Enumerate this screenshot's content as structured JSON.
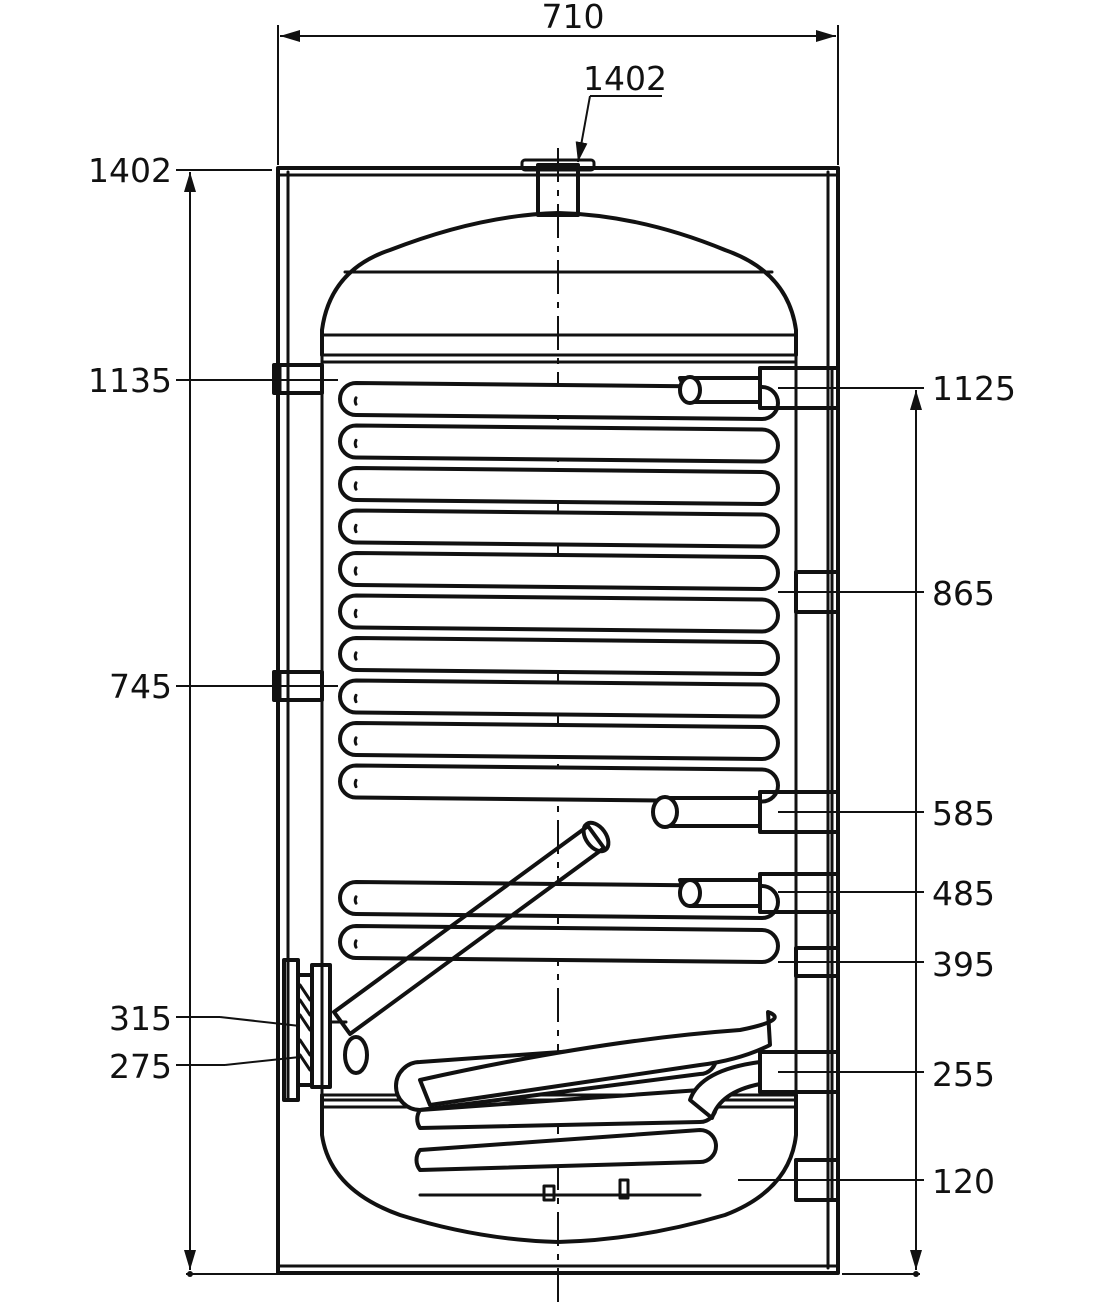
{
  "drawing": {
    "width_label": "710",
    "top_connection_label": "1402",
    "left_labels": {
      "total_height": "1402",
      "c1135": "1135",
      "c745": "745",
      "c315": "315",
      "c275": "275"
    },
    "right_labels": {
      "c1125": "1125",
      "c865": "865",
      "c585": "585",
      "c485": "485",
      "c395": "395",
      "c255": "255",
      "c120": "120"
    },
    "line_color": "#111111",
    "background": "#ffffff"
  }
}
